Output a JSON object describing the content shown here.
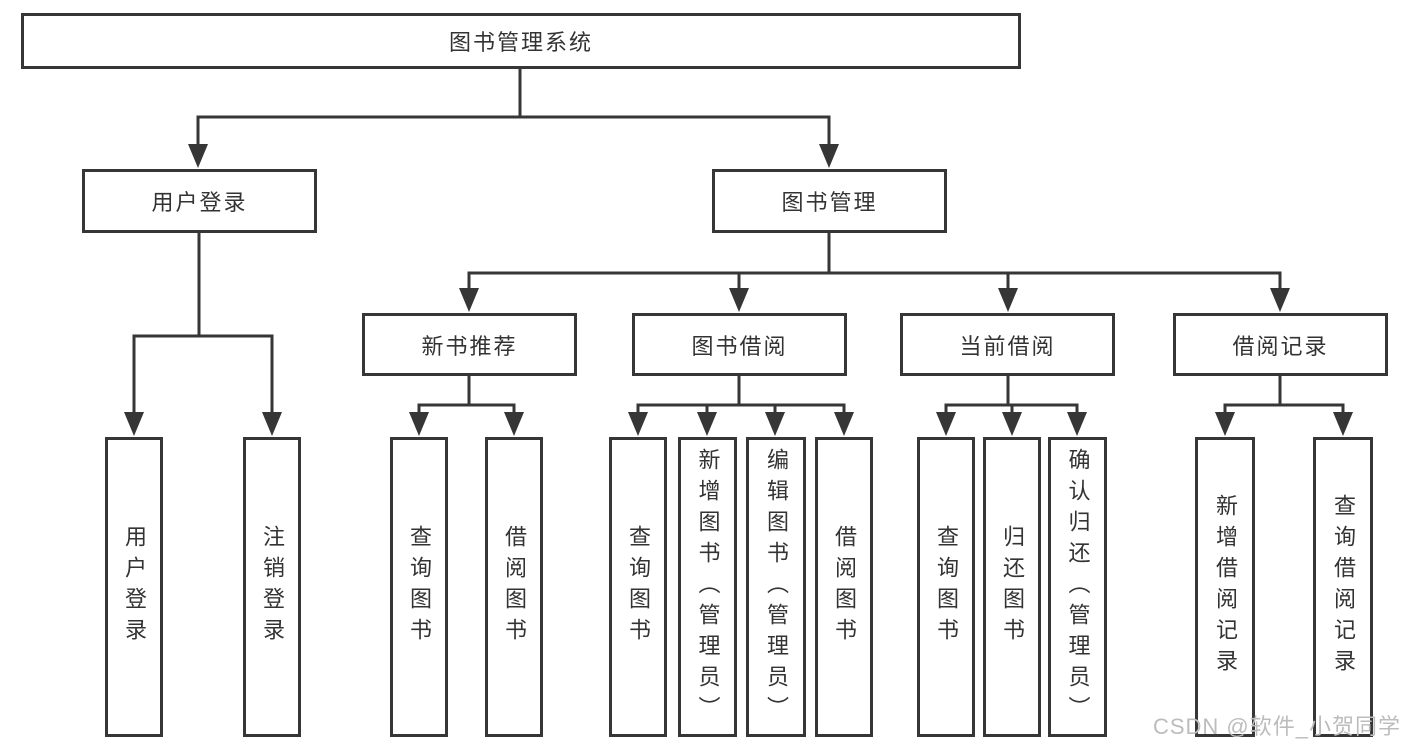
{
  "diagram": {
    "title": "图书管理系统",
    "level2": [
      {
        "id": "user-login",
        "label": "用户登录"
      },
      {
        "id": "book-management",
        "label": "图书管理"
      }
    ],
    "level3": [
      {
        "id": "new-book-recommend",
        "label": "新书推荐"
      },
      {
        "id": "book-borrow",
        "label": "图书借阅"
      },
      {
        "id": "current-borrow",
        "label": "当前借阅"
      },
      {
        "id": "borrow-records",
        "label": "借阅记录"
      }
    ],
    "leaves": {
      "user_login": [
        "用户登录",
        "注销登录"
      ],
      "new_book_recommend": [
        "查询图书",
        "借阅图书"
      ],
      "book_borrow": [
        "查询图书",
        "新增图书（管理员）",
        "编辑图书（管理员）",
        "借阅图书"
      ],
      "current_borrow": [
        "查询图书",
        "归还图书",
        "确认归还（管理员）"
      ],
      "borrow_records": [
        "新增借阅记录",
        "查询借阅记录"
      ]
    }
  },
  "watermark": {
    "text": "CSDN @软件_小贺同学"
  },
  "colors": {
    "line": "#363636",
    "text": "#333333",
    "background": "#ffffff",
    "watermark": "#bcbcbc"
  }
}
